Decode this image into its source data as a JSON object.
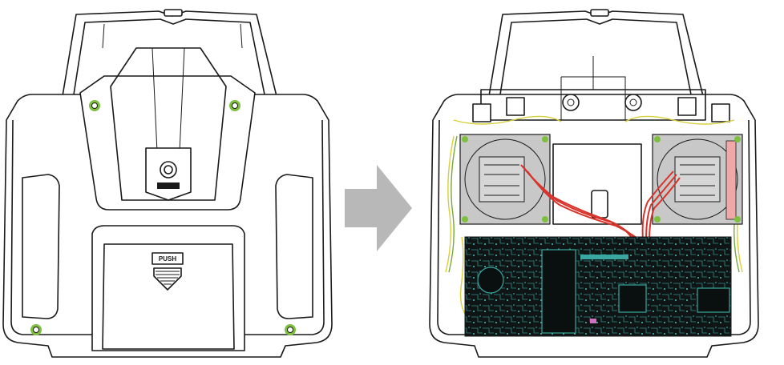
{
  "figure": {
    "left_panel": {
      "push_label": "PUSH",
      "state": "closed"
    },
    "right_panel": {
      "state": "open"
    },
    "arrow": {
      "color": "#b8b8b8"
    },
    "colors": {
      "outline": "#1a1a1a",
      "screw_ring": "#7fbf3f",
      "gimbal_plate": "#c8c8c8",
      "pcb": "#0f1414",
      "pcb_trace": "#3aa6a0",
      "wire_red": "#d8342c",
      "wire_yellow": "#d9cf3a",
      "wire_green": "#7aa83a",
      "pink_bar": "#f0a8a8"
    }
  }
}
